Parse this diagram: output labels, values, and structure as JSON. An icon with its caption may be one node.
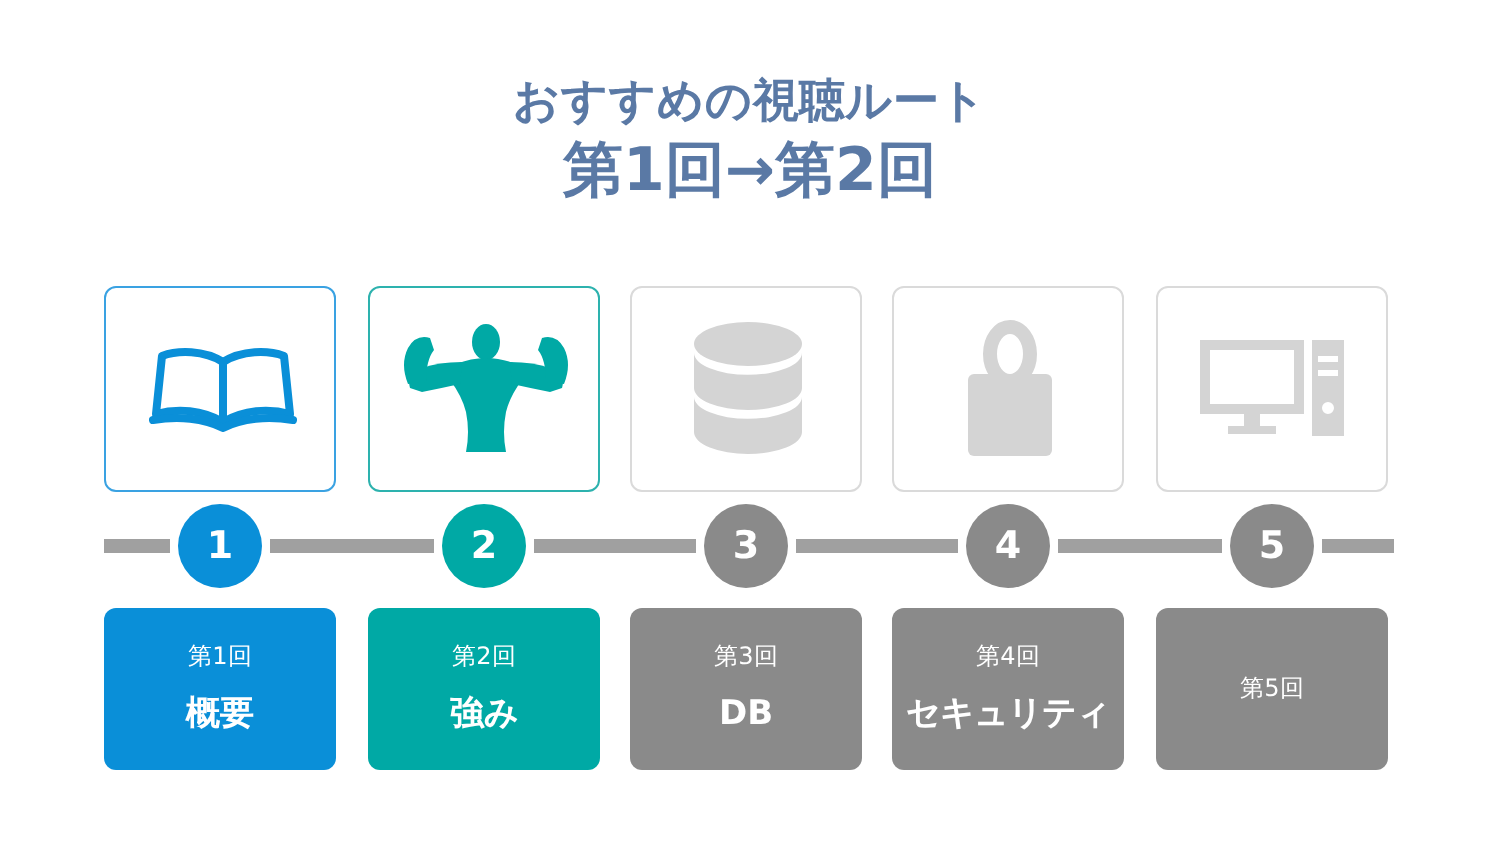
{
  "diagram": {
    "title": "おすすめの視聴ルート",
    "nodes": [
      {
        "text": [],
        "shape": "picture"
      },
      {
        "text": [],
        "shape": "picture"
      },
      {
        "text": [],
        "shape": "picture"
      },
      {
        "text": [],
        "shape": "picture"
      },
      {
        "text": [],
        "shape": "picture"
      },
      {
        "text": [
          "1"
        ]
      },
      {
        "text": [
          "2"
        ]
      },
      {
        "text": [
          "3"
        ]
      },
      {
        "text": [
          "4"
        ]
      },
      {
        "text": [
          "5"
        ]
      },
      {
        "text": [
          "第1回",
          "概要"
        ]
      },
      {
        "text": [
          "第2回",
          "強み"
        ]
      },
      {
        "text": [
          "第3回",
          "DB"
        ]
      },
      {
        "text": [
          "第4回",
          "セキュリティ"
        ]
      },
      {
        "text": [
          "第5回"
        ]
      }
    ],
    "edges": [
      {
        "from": null,
        "to": 5,
        "arrow": "none"
      },
      {
        "from": 5,
        "to": 6,
        "arrow": "none"
      },
      {
        "from": 6,
        "to": 7,
        "arrow": "none"
      },
      {
        "from": 7,
        "to": 8,
        "arrow": "none"
      },
      {
        "from": 8,
        "to": 9,
        "arrow": "none"
      },
      {
        "from": 9,
        "to": null,
        "arrow": "none"
      }
    ],
    "labels": [
      "第1回→第2回"
    ]
  }
}
